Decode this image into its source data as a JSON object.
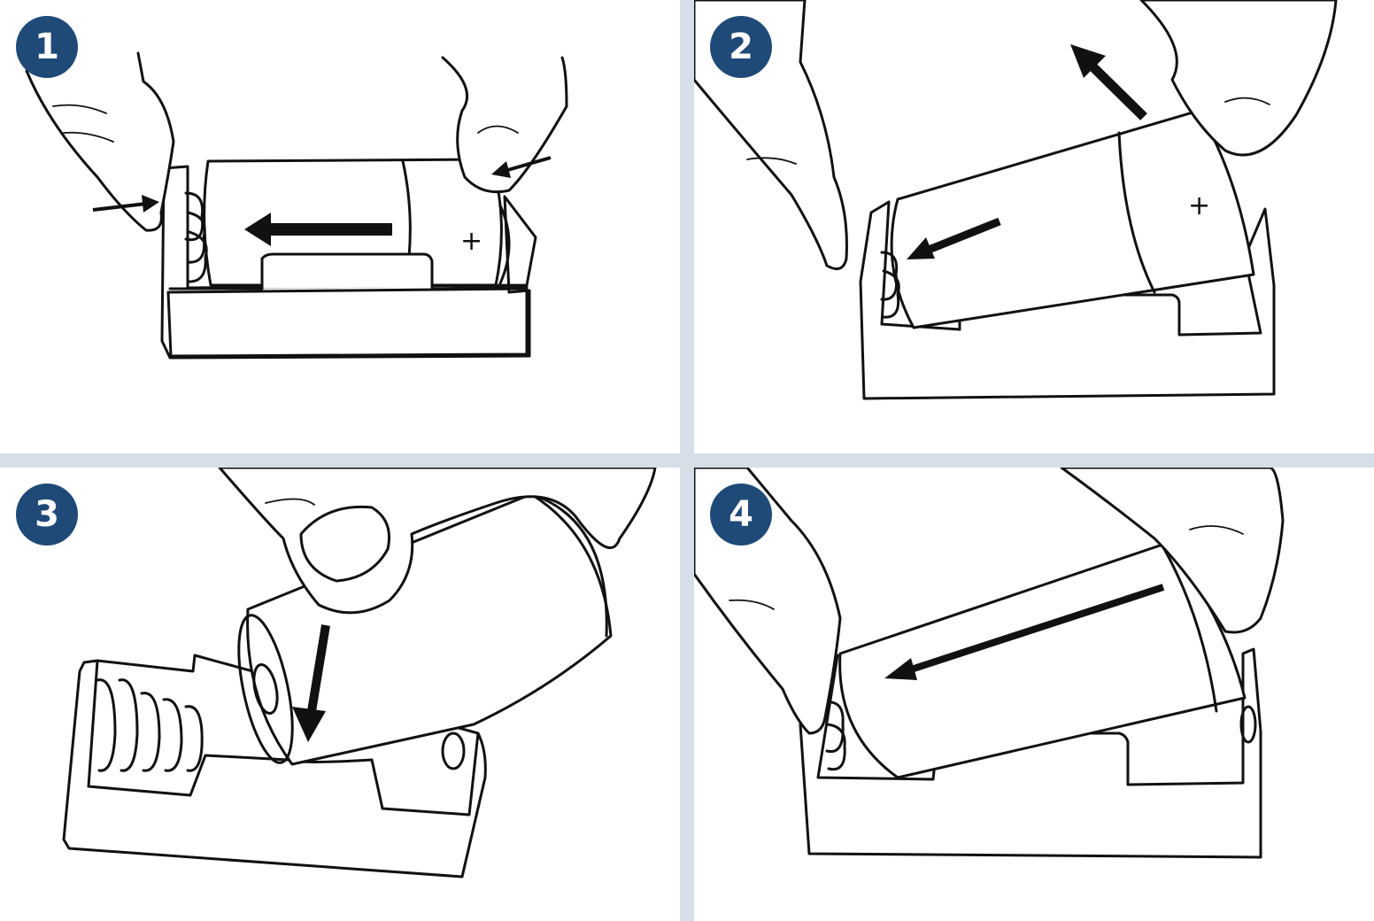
{
  "steps": [
    {
      "number": "1",
      "polarity_mark": "+"
    },
    {
      "number": "2",
      "polarity_mark": "+"
    },
    {
      "number": "3"
    },
    {
      "number": "4"
    }
  ],
  "colors": {
    "badge": "#1f4a78",
    "divider": "#d6dee8",
    "ink": "#111111",
    "panel": "#ffffff"
  }
}
